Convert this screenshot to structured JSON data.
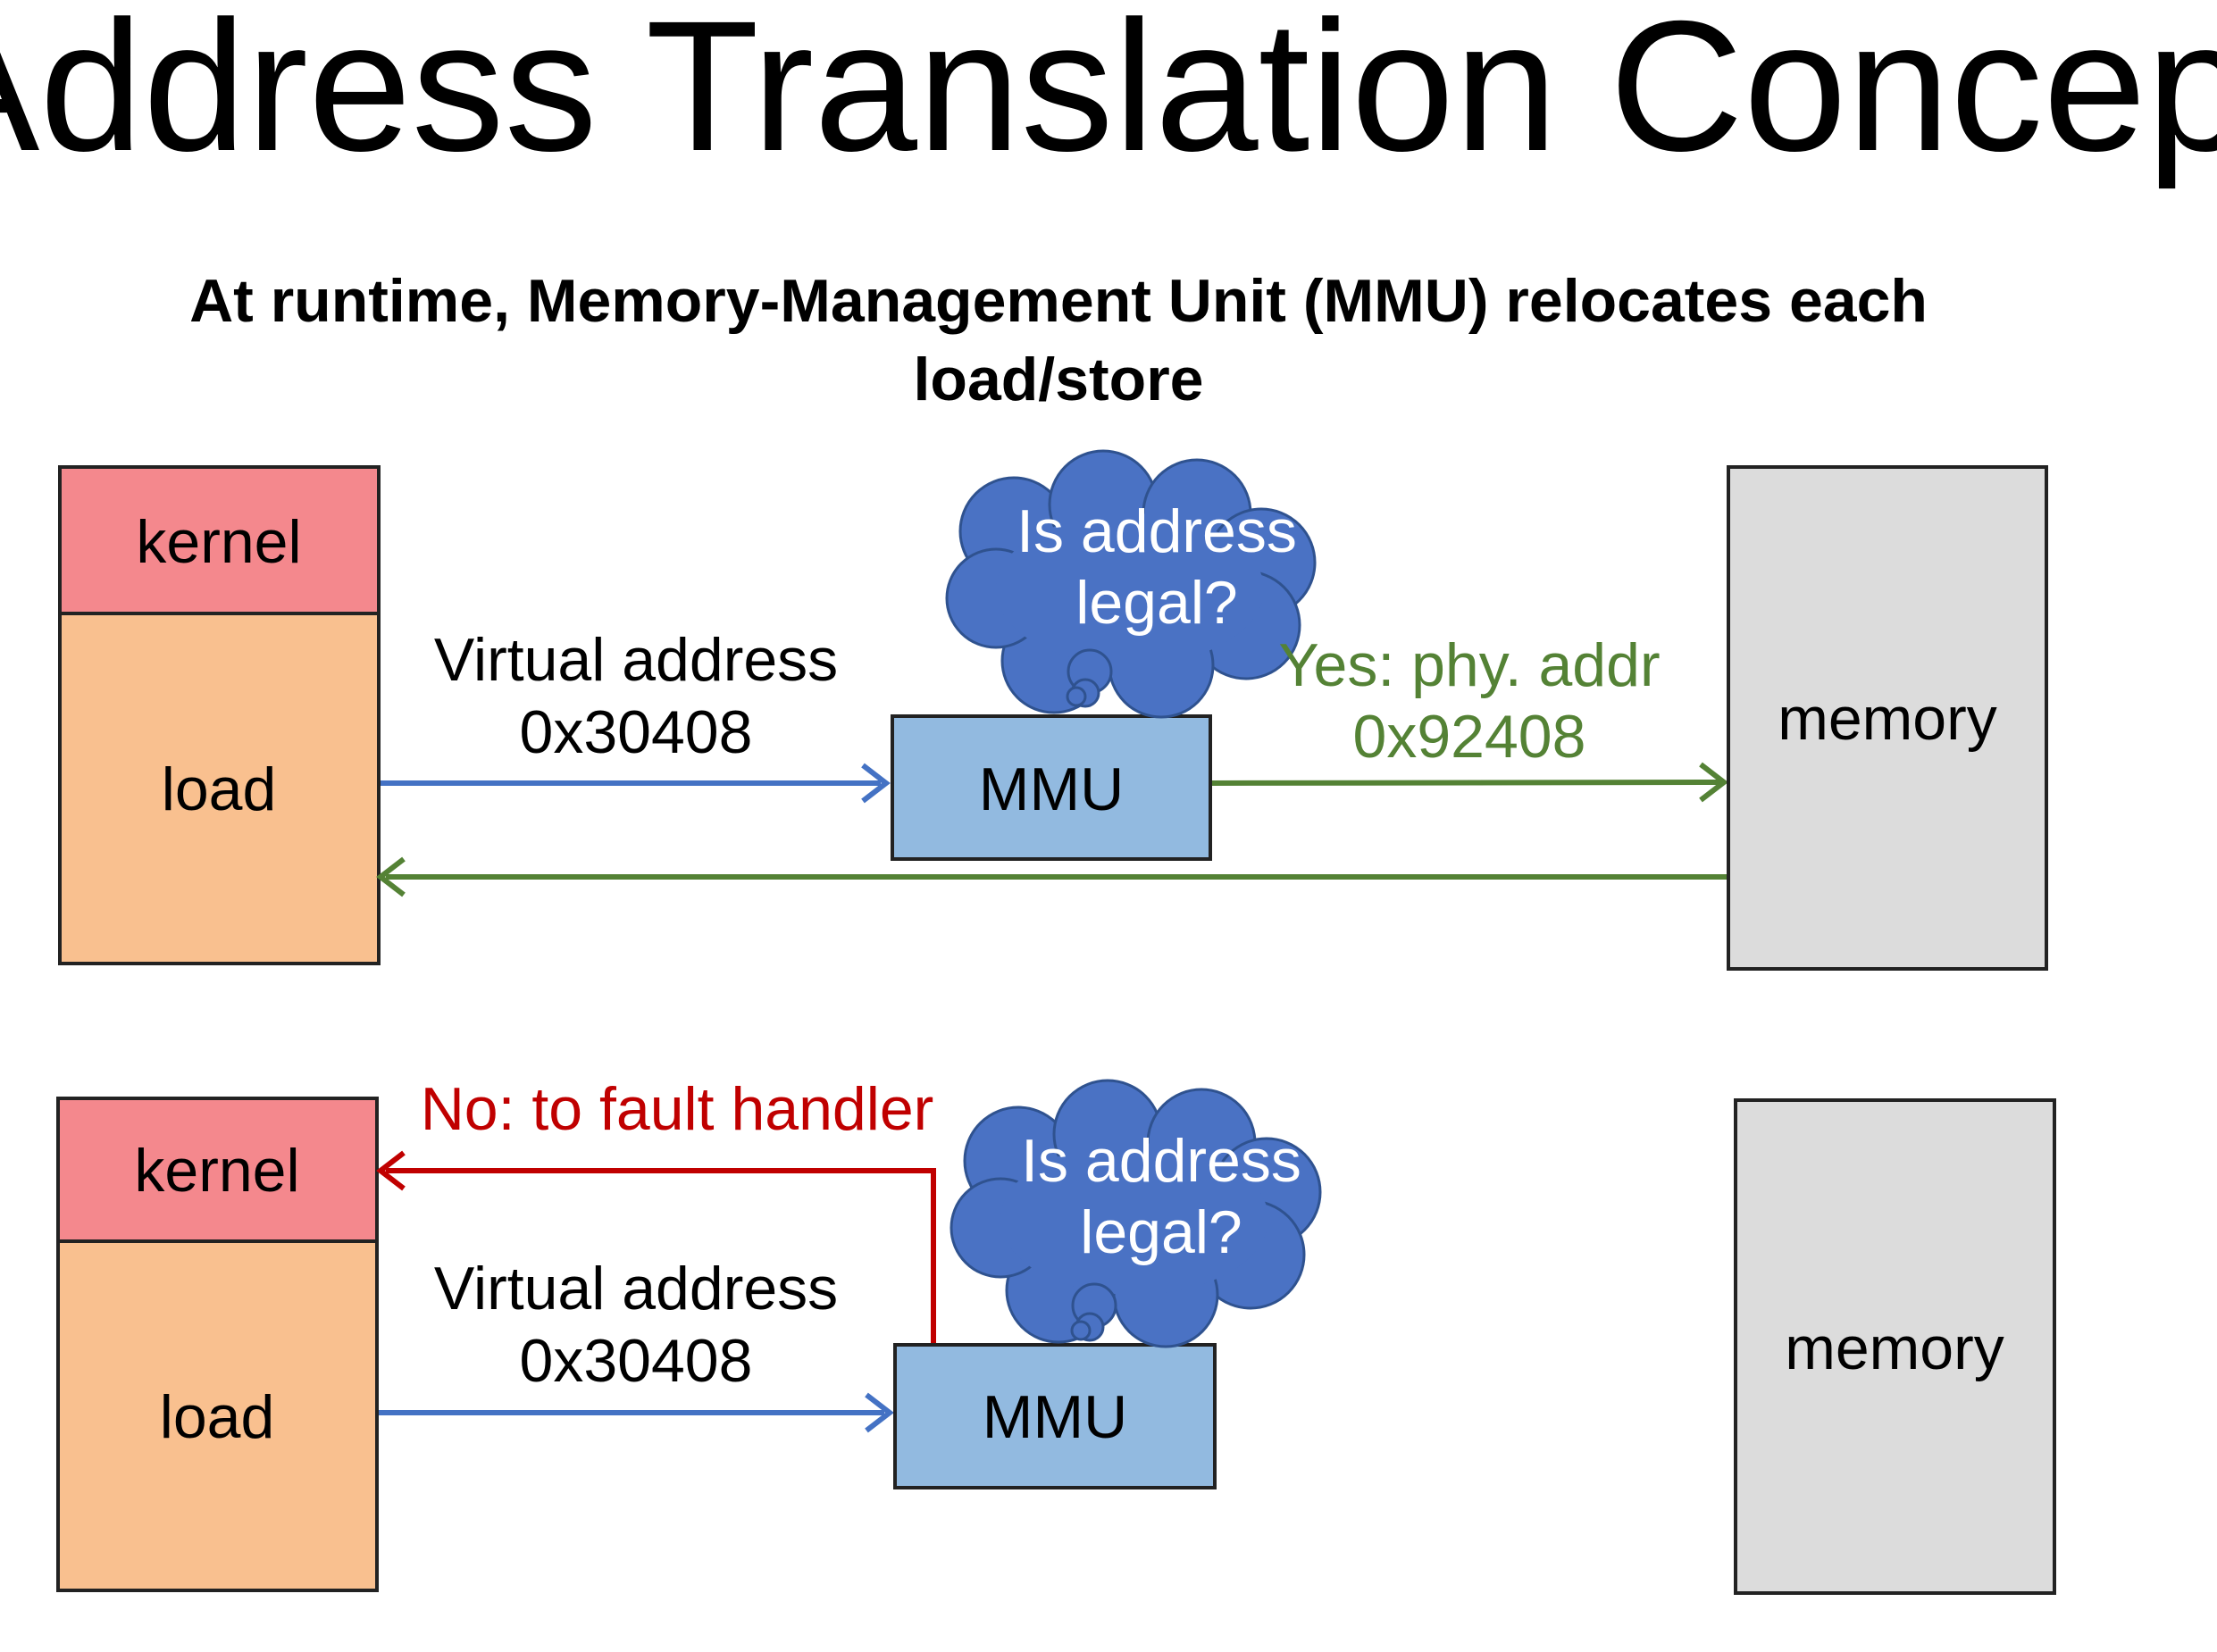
{
  "title": "Address Translation Concept",
  "subtitle": {
    "line1": "At runtime, Memory-Management Unit (MMU) relocates each",
    "line2": "load/store"
  },
  "colors": {
    "kernel": "#f4888d",
    "load": "#f9c08f",
    "mmu": "#92bae0",
    "memory": "#dcdcdc",
    "cloud": "#4a72c4",
    "virtual_arrow": "#4472c4",
    "yes_arrow": "#548235",
    "no_arrow": "#c00000"
  },
  "top": {
    "kernel": "kernel",
    "load": "load",
    "virtual_line1": "Virtual address",
    "virtual_line2": "0x30408",
    "mmu": "MMU",
    "cloud_line1": "Is address",
    "cloud_line2": "legal?",
    "yes_line1": "Yes: phy. addr",
    "yes_line2": "0x92408",
    "memory": "memory"
  },
  "bottom": {
    "kernel": "kernel",
    "load": "load",
    "fault": "No: to fault handler",
    "virtual_line1": "Virtual address",
    "virtual_line2": "0x30408",
    "mmu": "MMU",
    "cloud_line1": "Is address",
    "cloud_line2": "legal?",
    "memory": "memory"
  }
}
